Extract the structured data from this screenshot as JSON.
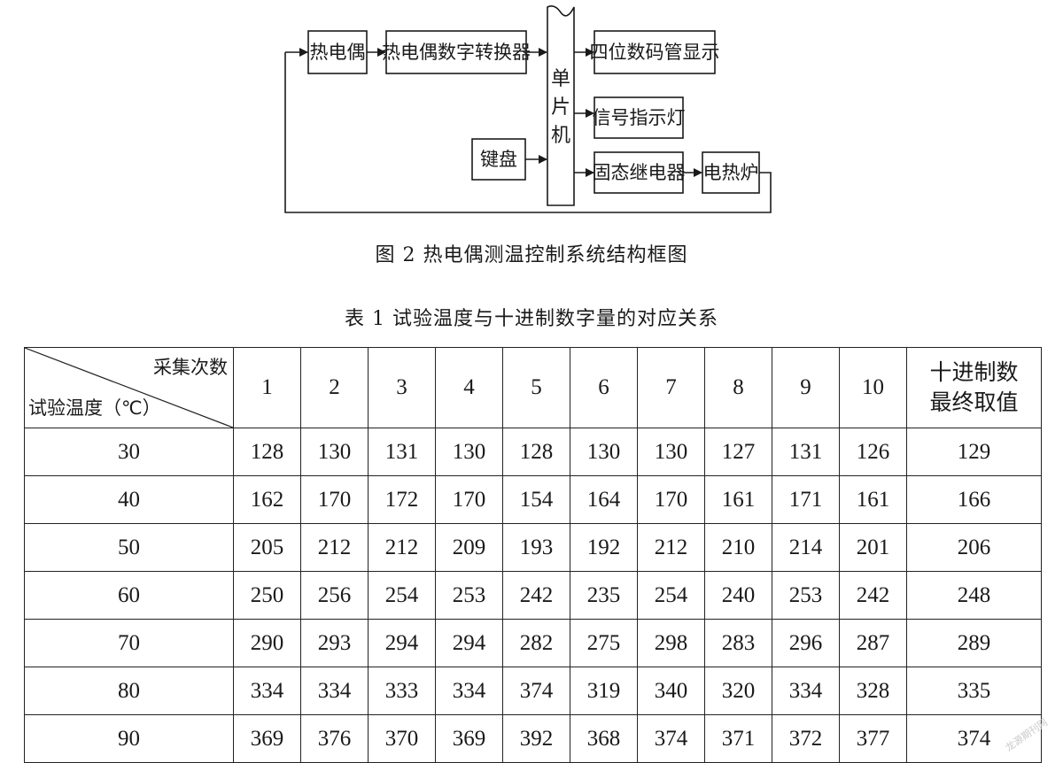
{
  "figure": {
    "caption": "图 2   热电偶测温控制系统结构框图",
    "blocks": {
      "thermocouple": "热电偶",
      "converter": "热电偶数字转换器",
      "mcu": [
        "单",
        "片",
        "机"
      ],
      "keyboard": "键盘",
      "display": "四位数码管显示",
      "indicator": "信号指示灯",
      "relay": "固态继电器",
      "furnace": "电热炉"
    }
  },
  "table": {
    "title": "表 1   试验温度与十进制数字量的对应关系",
    "corner_top": "采集次数",
    "corner_bottom": "试验温度（℃）",
    "sample_headers": [
      "1",
      "2",
      "3",
      "4",
      "5",
      "6",
      "7",
      "8",
      "9",
      "10"
    ],
    "final_header": [
      "十进制数",
      "最终取值"
    ],
    "rows": [
      {
        "temp": "30",
        "samples": [
          "128",
          "130",
          "131",
          "130",
          "128",
          "130",
          "130",
          "127",
          "131",
          "126"
        ],
        "final": "129"
      },
      {
        "temp": "40",
        "samples": [
          "162",
          "170",
          "172",
          "170",
          "154",
          "164",
          "170",
          "161",
          "171",
          "161"
        ],
        "final": "166"
      },
      {
        "temp": "50",
        "samples": [
          "205",
          "212",
          "212",
          "209",
          "193",
          "192",
          "212",
          "210",
          "214",
          "201"
        ],
        "final": "206"
      },
      {
        "temp": "60",
        "samples": [
          "250",
          "256",
          "254",
          "253",
          "242",
          "235",
          "254",
          "240",
          "253",
          "242"
        ],
        "final": "248"
      },
      {
        "temp": "70",
        "samples": [
          "290",
          "293",
          "294",
          "294",
          "282",
          "275",
          "298",
          "283",
          "296",
          "287"
        ],
        "final": "289"
      },
      {
        "temp": "80",
        "samples": [
          "334",
          "334",
          "333",
          "334",
          "374",
          "319",
          "340",
          "320",
          "334",
          "328"
        ],
        "final": "335"
      },
      {
        "temp": "90",
        "samples": [
          "369",
          "376",
          "370",
          "369",
          "392",
          "368",
          "374",
          "371",
          "372",
          "377"
        ],
        "final": "374"
      }
    ]
  },
  "watermark": "龙源期刊网"
}
